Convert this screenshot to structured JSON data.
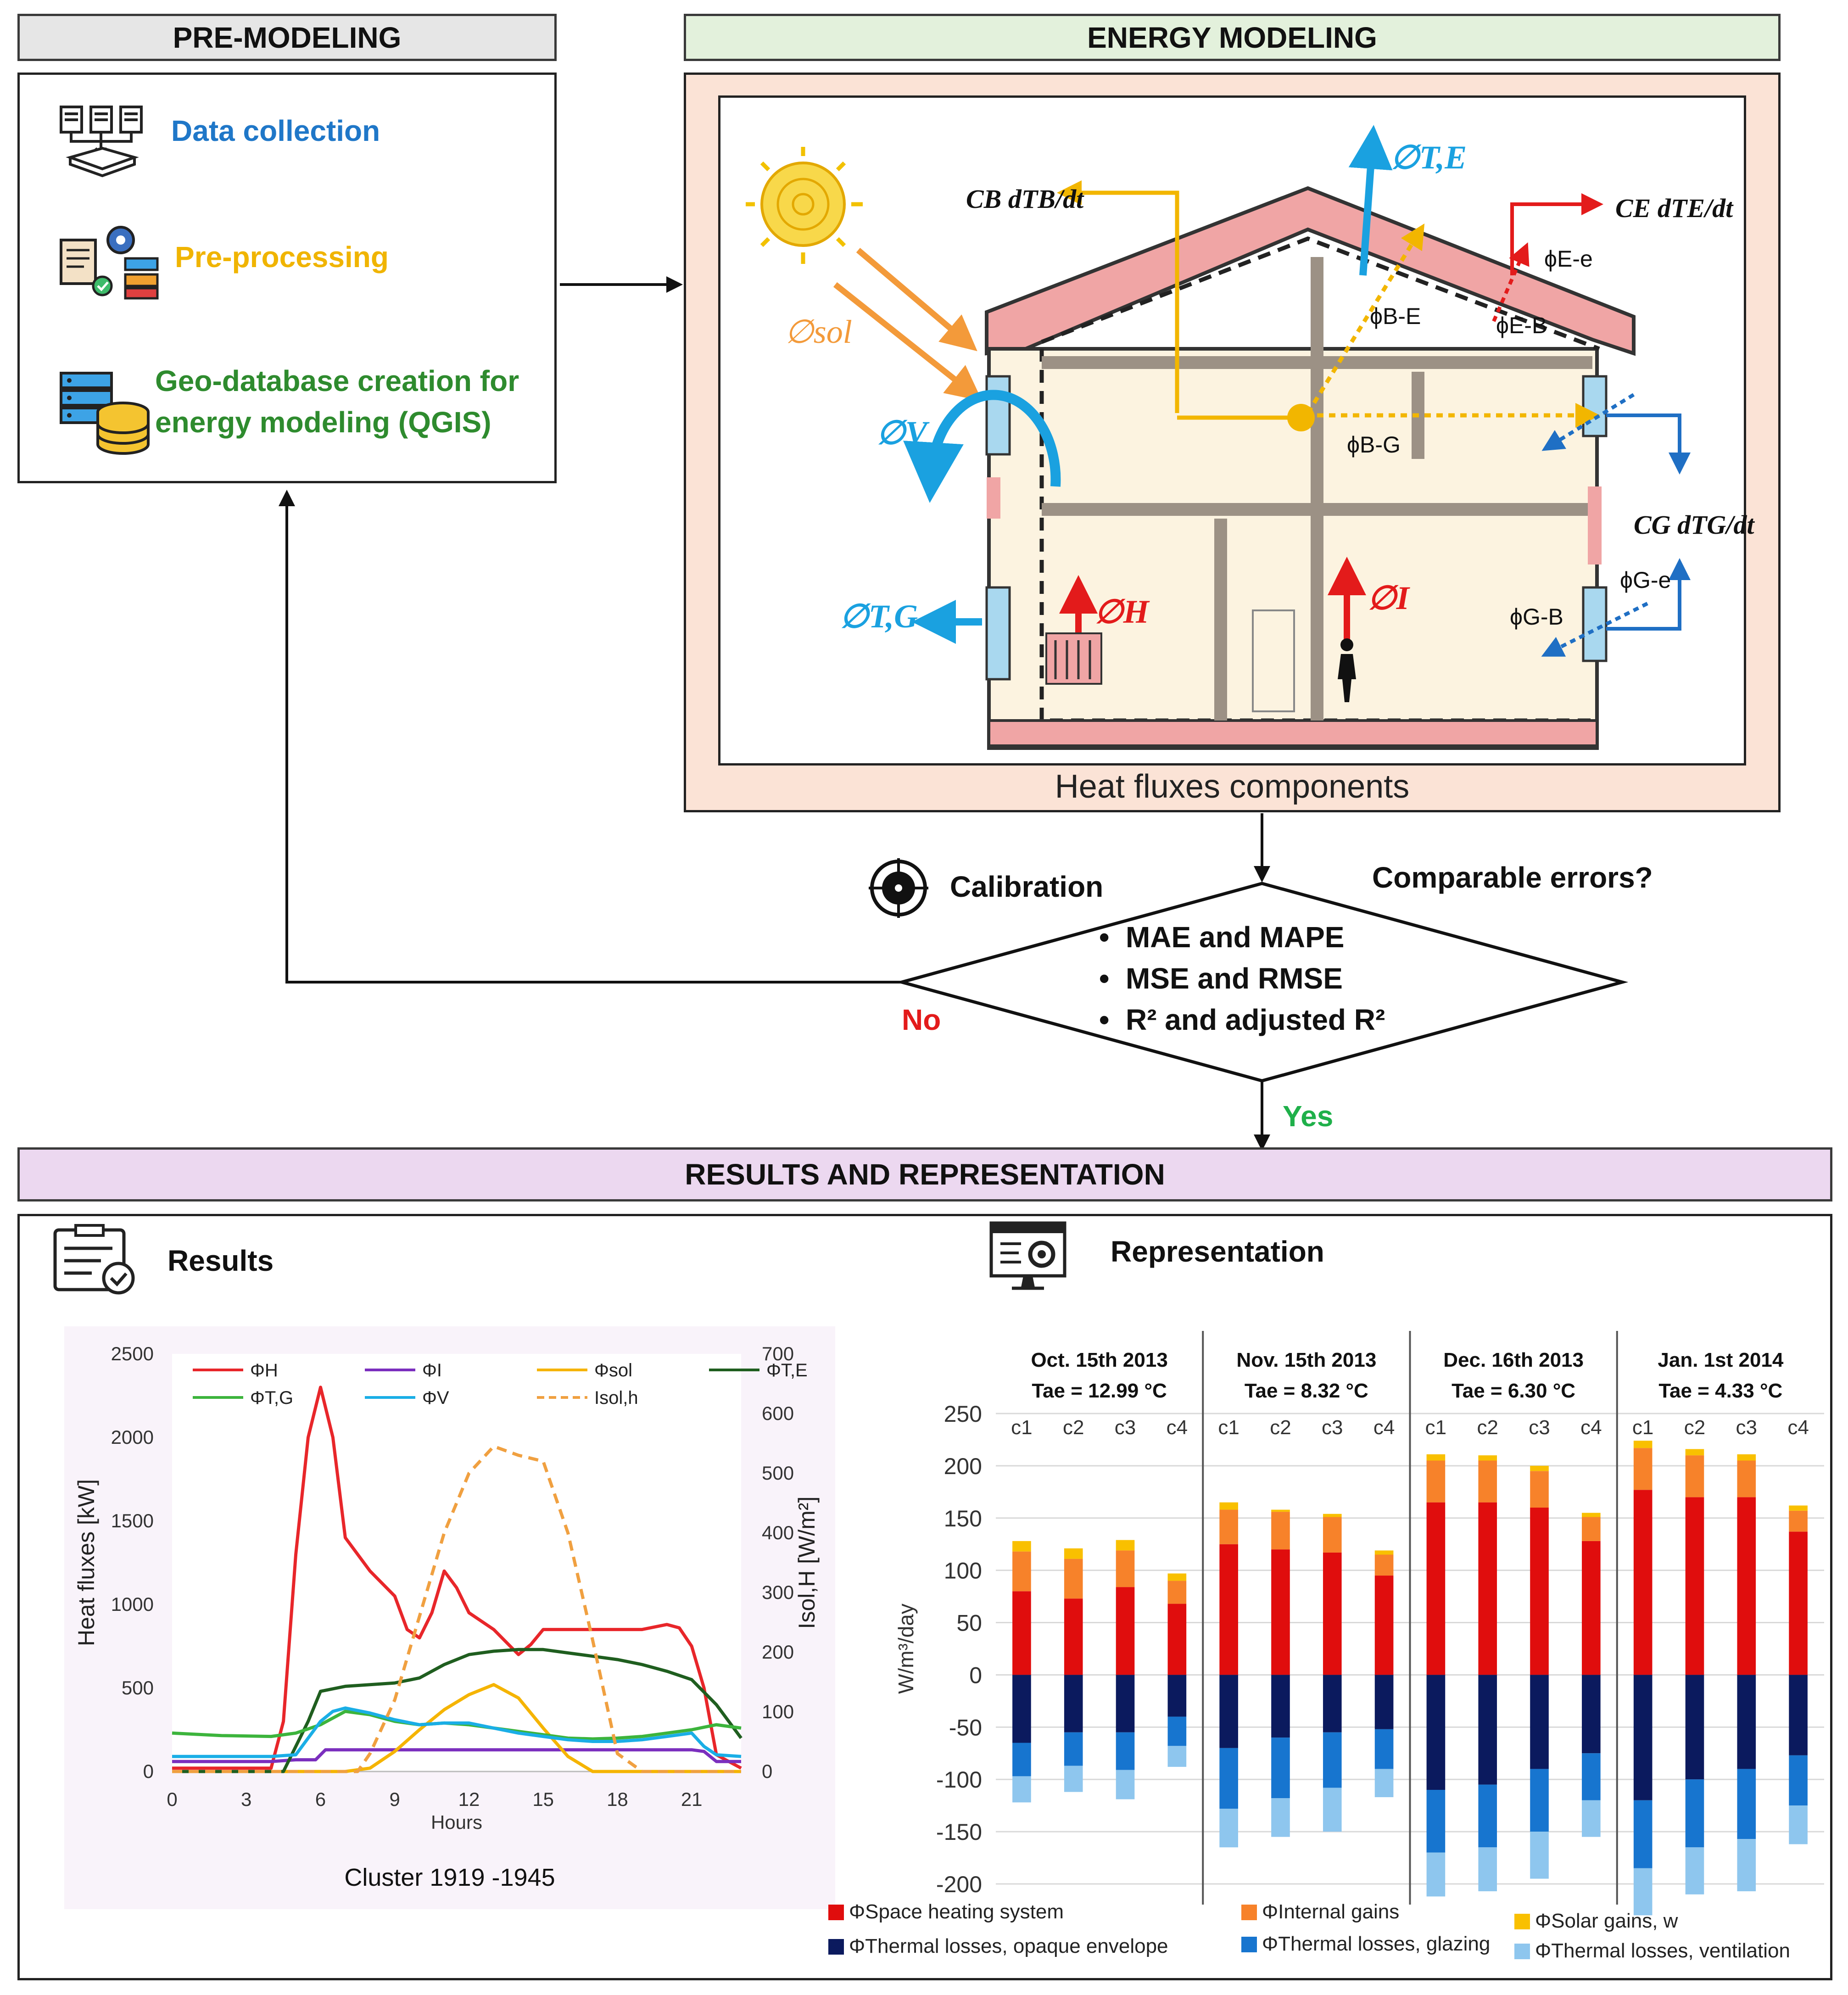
{
  "premodeling": {
    "header": "PRE-MODELING",
    "items": [
      {
        "label": "Data collection",
        "color": "#1f77c8"
      },
      {
        "label": "Pre-processing",
        "color": "#f0b400"
      },
      {
        "label_line1": "Geo-database creation for",
        "label_line2": "energy modeling (QGIS)",
        "color": "#2e8b2e"
      }
    ]
  },
  "energy": {
    "header": "ENERGY MODELING",
    "caption": "Heat fluxes components",
    "labels": {
      "phi_sol": "∅sol",
      "phi_v": "∅V",
      "phi_tg": "∅T,G",
      "phi_h": "∅H",
      "phi_i": "∅I",
      "phi_te": "∅T,E",
      "phi_be": "ϕB-E",
      "phi_eb": "ϕE-B",
      "phi_ee": "ϕE-e",
      "phi_bg": "ϕB-G",
      "phi_ge": "ϕG-e",
      "phi_gb": "ϕG-B",
      "cb": "CB dTB/dt",
      "ce": "CE dTE/dt",
      "cg": "CG dTG/dt"
    }
  },
  "calibration": {
    "title": "Calibration",
    "question": "Comparable errors?",
    "bullets": [
      "MAE and MAPE",
      "MSE and RMSE",
      "R² and  adjusted R²"
    ],
    "no": "No",
    "yes": "Yes"
  },
  "results": {
    "header": "RESULTS AND REPRESENTATION",
    "results_title": "Results",
    "representation_title": "Representation"
  },
  "chart_data": [
    {
      "type": "line",
      "xlabel": "Hours",
      "ylabel": "Heat fluxes [kW]",
      "y2label": "Isol,H [W/m²]",
      "caption": "Cluster 1919 -1945",
      "xlim": [
        0,
        23
      ],
      "xticks": [
        0,
        3,
        6,
        9,
        12,
        15,
        18,
        21
      ],
      "ylim": [
        0,
        2500
      ],
      "yticks": [
        0,
        500,
        1000,
        1500,
        2000,
        2500
      ],
      "y2lim": [
        0,
        700
      ],
      "y2ticks": [
        0,
        100,
        200,
        300,
        400,
        500,
        600,
        700
      ],
      "legend_placement": "top",
      "series": [
        {
          "name": "ΦH",
          "color": "#e8262a",
          "axis": "left",
          "x": [
            0,
            1,
            2,
            3,
            4,
            4.5,
            5,
            5.5,
            6,
            6.5,
            7,
            8,
            9,
            9.5,
            10,
            10.5,
            11,
            11.5,
            12,
            13,
            14,
            14.5,
            15,
            16,
            17,
            18,
            19,
            20,
            20.5,
            21,
            21.5,
            22,
            23
          ],
          "y": [
            20,
            20,
            20,
            20,
            20,
            300,
            1300,
            2000,
            2300,
            2000,
            1400,
            1200,
            1050,
            850,
            800,
            950,
            1200,
            1100,
            950,
            850,
            700,
            760,
            850,
            850,
            850,
            850,
            850,
            880,
            860,
            750,
            500,
            100,
            20
          ]
        },
        {
          "name": "ΦI",
          "color": "#7b2fbe",
          "axis": "left",
          "x": [
            0,
            3,
            4,
            5,
            5.8,
            6.2,
            7,
            9,
            12,
            15,
            18,
            21,
            21.5,
            22,
            23
          ],
          "y": [
            60,
            60,
            60,
            70,
            70,
            130,
            130,
            130,
            130,
            130,
            130,
            130,
            120,
            60,
            60
          ]
        },
        {
          "name": "Φsol",
          "color": "#f5b400",
          "axis": "left",
          "x": [
            0,
            6,
            7,
            8,
            9,
            10,
            11,
            12,
            13,
            14,
            15,
            16,
            17,
            18,
            23
          ],
          "y": [
            0,
            0,
            0,
            20,
            120,
            250,
            370,
            460,
            520,
            440,
            260,
            90,
            0,
            0,
            0
          ]
        },
        {
          "name": "ΦT,E",
          "color": "#1f5e1f",
          "axis": "left",
          "x": [
            0,
            3,
            4.5,
            5.5,
            6,
            7,
            9,
            10,
            11,
            12,
            13,
            14,
            15,
            16,
            17,
            18,
            19,
            20,
            21,
            22,
            23
          ],
          "y": [
            0,
            0,
            0,
            300,
            480,
            510,
            530,
            560,
            640,
            700,
            720,
            730,
            730,
            710,
            690,
            670,
            640,
            600,
            550,
            400,
            200
          ]
        },
        {
          "name": "ΦT,G",
          "color": "#3cb43c",
          "axis": "left",
          "x": [
            0,
            2,
            4,
            5,
            6,
            7,
            8,
            9,
            10,
            11,
            12,
            13,
            14,
            15,
            16,
            17,
            18,
            19,
            20,
            21,
            22,
            23
          ],
          "y": [
            230,
            215,
            210,
            230,
            280,
            360,
            340,
            300,
            280,
            290,
            280,
            260,
            240,
            220,
            200,
            195,
            200,
            210,
            230,
            250,
            280,
            260
          ]
        },
        {
          "name": "ΦV",
          "color": "#1aaee6",
          "axis": "left",
          "x": [
            0,
            3,
            4,
            5,
            5.5,
            6,
            6.5,
            7,
            8,
            9,
            10,
            11,
            12,
            13,
            14,
            15,
            16,
            17,
            18,
            19,
            20,
            21,
            21.5,
            22,
            23
          ],
          "y": [
            90,
            90,
            90,
            100,
            200,
            300,
            360,
            380,
            350,
            310,
            280,
            290,
            290,
            260,
            230,
            210,
            190,
            180,
            180,
            190,
            210,
            230,
            150,
            100,
            90
          ]
        },
        {
          "name": "Isol,h",
          "color": "#f0a040",
          "axis": "right",
          "dashed": true,
          "x": [
            0,
            7.5,
            8,
            9,
            10,
            11,
            12,
            13,
            14,
            15,
            16,
            17,
            18,
            19,
            23
          ],
          "y": [
            0,
            0,
            30,
            120,
            260,
            400,
            500,
            545,
            530,
            520,
            400,
            220,
            30,
            0,
            0
          ]
        }
      ]
    },
    {
      "type": "bar",
      "ylabel": "W/m³/day",
      "ylim": [
        -200,
        250
      ],
      "yticks": [
        250,
        200,
        150,
        100,
        50,
        0,
        -50,
        -100,
        -150,
        -200
      ],
      "legend_placement": "bottom",
      "groups": [
        {
          "title": "Oct. 15th 2013",
          "temp": "Tae = 12.99 °C"
        },
        {
          "title": "Nov. 15th 2013",
          "temp": "Tae = 8.32 °C"
        },
        {
          "title": "Dec. 16th 2013",
          "temp": "Tae = 6.30 °C"
        },
        {
          "title": "Jan. 1st 2014",
          "temp": "Tae = 4.33 °C"
        }
      ],
      "categories": [
        "c1",
        "c2",
        "c3",
        "c4",
        "c1",
        "c2",
        "c3",
        "c4",
        "c1",
        "c2",
        "c3",
        "c4",
        "c1",
        "c2",
        "c3",
        "c4"
      ],
      "series": [
        {
          "name": "ΦSpace heating system",
          "color": "#e00d0d",
          "values": [
            80,
            73,
            84,
            68,
            125,
            120,
            117,
            95,
            165,
            165,
            160,
            128,
            177,
            170,
            170,
            137
          ]
        },
        {
          "name": "ΦInternal gains",
          "color": "#f7822a",
          "values": [
            38,
            38,
            35,
            22,
            33,
            36,
            34,
            20,
            40,
            40,
            35,
            23,
            40,
            40,
            35,
            20
          ]
        },
        {
          "name": "ΦSolar gains, w",
          "color": "#f9c000",
          "values": [
            10,
            10,
            10,
            7,
            7,
            2,
            3,
            4,
            6,
            5,
            5,
            4,
            7,
            6,
            6,
            5
          ]
        },
        {
          "name": "ΦThermal losses, opaque envelope",
          "color": "#0b1a5e",
          "values": [
            -65,
            -55,
            -55,
            -40,
            -70,
            -60,
            -55,
            -52,
            -110,
            -105,
            -90,
            -75,
            -120,
            -100,
            -90,
            -77
          ]
        },
        {
          "name": "ΦThermal losses, glazing",
          "color": "#1775cf",
          "values": [
            -32,
            -32,
            -36,
            -28,
            -58,
            -58,
            -53,
            -38,
            -60,
            -60,
            -60,
            -45,
            -65,
            -65,
            -67,
            -48
          ]
        },
        {
          "name": "ΦThermal losses, ventilation",
          "color": "#8ec6ee",
          "values": [
            -25,
            -25,
            -28,
            -20,
            -37,
            -37,
            -42,
            -27,
            -42,
            -42,
            -45,
            -35,
            -45,
            -45,
            -50,
            -37
          ]
        }
      ]
    }
  ]
}
